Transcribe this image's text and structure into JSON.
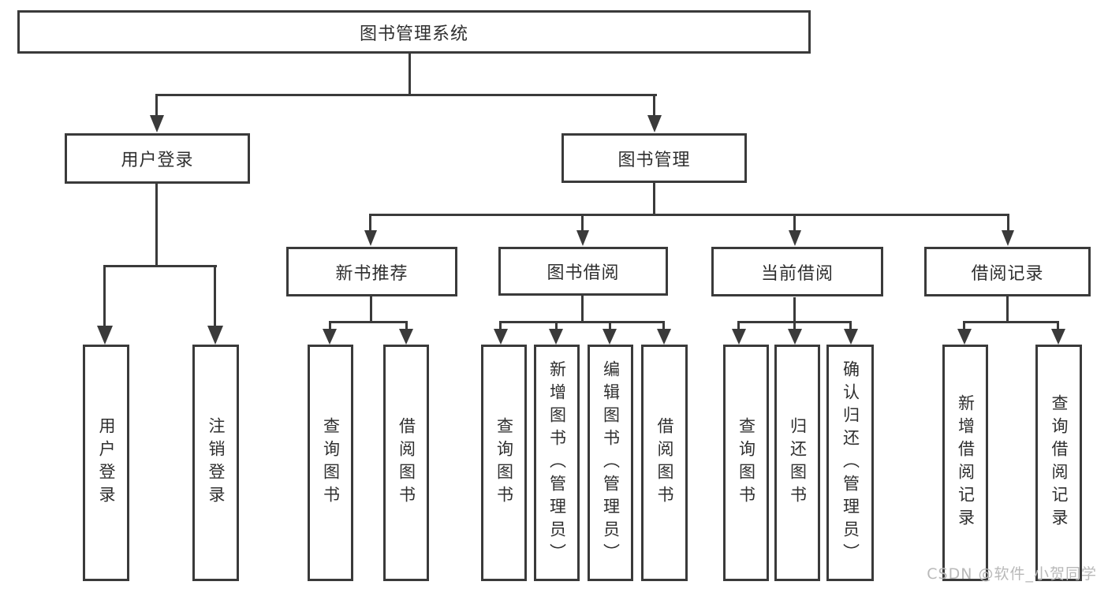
{
  "root": {
    "label": "图书管理系统"
  },
  "branches": [
    {
      "label": "用户登录",
      "children": [
        {
          "label": "用户登录"
        },
        {
          "label": "注销登录"
        }
      ]
    },
    {
      "label": "图书管理",
      "children": [
        {
          "label": "新书推荐",
          "children": [
            {
              "label": "查询图书"
            },
            {
              "label": "借阅图书"
            }
          ]
        },
        {
          "label": "图书借阅",
          "children": [
            {
              "label": "查询图书"
            },
            {
              "label": "新增图书（管理员）"
            },
            {
              "label": "编辑图书（管理员）"
            },
            {
              "label": "借阅图书"
            }
          ]
        },
        {
          "label": "当前借阅",
          "children": [
            {
              "label": "查询图书"
            },
            {
              "label": "归还图书"
            },
            {
              "label": "确认归还（管理员）"
            }
          ]
        },
        {
          "label": "借阅记录",
          "children": [
            {
              "label": "新增借阅记录"
            },
            {
              "label": "查询借阅记录"
            }
          ]
        }
      ]
    }
  ],
  "watermark": {
    "text": "CSDN @软件_小贺同学"
  },
  "colors": {
    "line": "#3a3a3a",
    "text": "#2f2f2f",
    "watermark": "#b9b9b9",
    "background": "#ffffff"
  }
}
